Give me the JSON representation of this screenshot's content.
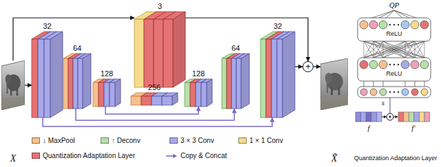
{
  "diagram": {
    "nodes": [
      {
        "text": [
          "X"
        ]
      },
      {
        "text": [
          "32"
        ]
      },
      {
        "text": [
          "64"
        ]
      },
      {
        "text": [
          "128"
        ]
      },
      {
        "text": [
          "256"
        ]
      },
      {
        "text": [
          "128"
        ]
      },
      {
        "text": [
          "64"
        ]
      },
      {
        "text": [
          "32"
        ]
      },
      {
        "text": [
          "3"
        ]
      },
      {
        "text": [
          "+"
        ]
      },
      {
        "text": [
          "X̃"
        ]
      }
    ],
    "edges": [
      {
        "from": 0,
        "to": 1,
        "arrow": "to"
      },
      {
        "from": 0,
        "to": 8,
        "arrow": "to"
      },
      {
        "from": 8,
        "to": 9,
        "arrow": "to"
      },
      {
        "from": 1,
        "to": 7,
        "arrow": "to"
      },
      {
        "from": 2,
        "to": 6,
        "arrow": "to"
      },
      {
        "from": 3,
        "to": 5,
        "arrow": "to"
      },
      {
        "from": 7,
        "to": 9,
        "arrow": "to"
      },
      {
        "from": 9,
        "to": 10,
        "arrow": "to"
      }
    ],
    "labels": [
      "QP",
      "ReLU",
      "ReLU",
      "s",
      "f",
      "f′",
      "Quantization Adaptation Layer"
    ],
    "legend": [
      {
        "text": "↓ MaxPool",
        "color": "#f6c18f"
      },
      {
        "text": "↑ Deconv",
        "color": "#b8e0a8"
      },
      {
        "text": "3 × 3 Conv",
        "color": "#a8a8e8"
      },
      {
        "text": "1 × 1 Conv",
        "color": "#f5dc8c"
      },
      {
        "text": "Quantization Adaptation Layer",
        "color": "#e57373"
      },
      {
        "text": "Copy & Concat"
      }
    ]
  }
}
